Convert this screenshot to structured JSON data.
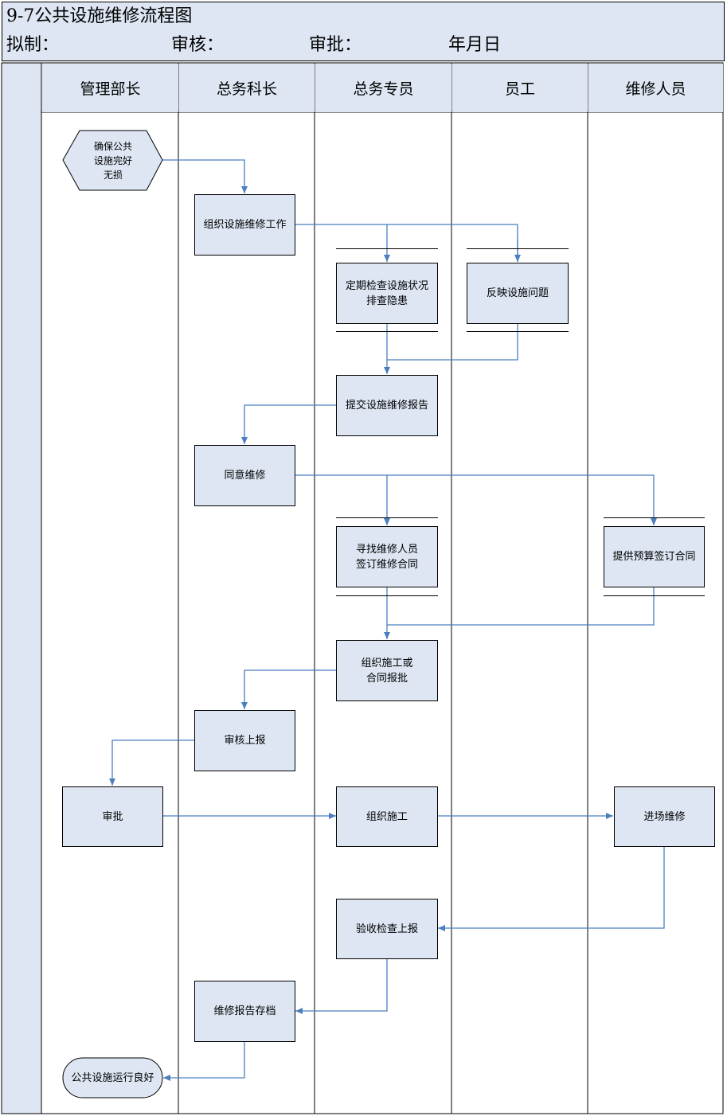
{
  "header": {
    "title": "9-7公共设施维修流程图",
    "drafted": "拟制：",
    "reviewed": "审核：",
    "approved": "审批：",
    "date": "年月日"
  },
  "lanes": [
    "管理部长",
    "总务科长",
    "总务专员",
    "员工",
    "维修人员"
  ],
  "nodes": {
    "start": "确保公共\n设施完好\n无损",
    "organize_work": "组织设施维修工作",
    "inspect": "定期检查设施状况\n排查隐患",
    "report_issue": "反映设施问题",
    "submit_report": "提交设施维修报告",
    "agree_repair": "同意维修",
    "find_staff": "寻找维修人员\n签订维修合同",
    "budget_contract": "提供预算签订合同",
    "organize_or_contract": "组织施工或\n合同报批",
    "review_report": "审核上报",
    "approve": "审批",
    "organize_construction": "组织施工",
    "enter_repair": "进场维修",
    "acceptance": "验收检查上报",
    "archive": "维修报告存档",
    "end": "公共设施运行良好"
  },
  "colors": {
    "fill": "#dde6f2",
    "line": "#4a7ebf",
    "border": "#000000"
  }
}
